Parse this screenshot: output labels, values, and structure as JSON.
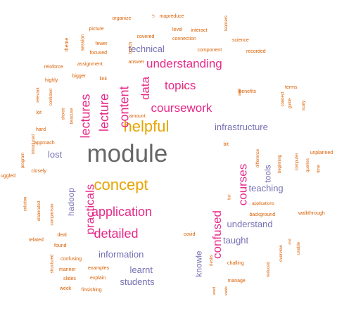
{
  "chart_data": {
    "type": "wordcloud",
    "palette": {
      "gray": "#666666",
      "gold": "#E6A500",
      "magenta": "#E7298A",
      "purple": "#7570B3",
      "orange": "#D95F02"
    },
    "words": [
      {
        "text": "module",
        "weight": 100,
        "color": "#666666",
        "vertical": false
      },
      {
        "text": "helpful",
        "weight": 68,
        "color": "#E6A500",
        "vertical": false
      },
      {
        "text": "concept",
        "weight": 68,
        "color": "#E6A500",
        "vertical": false
      },
      {
        "text": "application",
        "weight": 52,
        "color": "#E7298A",
        "vertical": false
      },
      {
        "text": "understanding",
        "weight": 50,
        "color": "#E7298A",
        "vertical": false
      },
      {
        "text": "topics",
        "weight": 48,
        "color": "#E7298A",
        "vertical": false
      },
      {
        "text": "coursework",
        "weight": 48,
        "color": "#E7298A",
        "vertical": false
      },
      {
        "text": "detailed",
        "weight": 50,
        "color": "#E7298A",
        "vertical": false
      },
      {
        "text": "lectures",
        "weight": 50,
        "color": "#E7298A",
        "vertical": true
      },
      {
        "text": "lecture",
        "weight": 48,
        "color": "#E7298A",
        "vertical": true
      },
      {
        "text": "content",
        "weight": 48,
        "color": "#E7298A",
        "vertical": true
      },
      {
        "text": "data",
        "weight": 46,
        "color": "#E7298A",
        "vertical": true
      },
      {
        "text": "practicals",
        "weight": 48,
        "color": "#E7298A",
        "vertical": true
      },
      {
        "text": "courses",
        "weight": 46,
        "color": "#E7298A",
        "vertical": true
      },
      {
        "text": "confused",
        "weight": 46,
        "color": "#E7298A",
        "vertical": true
      },
      {
        "text": "technical",
        "weight": 36,
        "color": "#7570B3",
        "vertical": false
      },
      {
        "text": "infrastructure",
        "weight": 36,
        "color": "#7570B3",
        "vertical": false
      },
      {
        "text": "lost",
        "weight": 36,
        "color": "#7570B3",
        "vertical": false
      },
      {
        "text": "teaching",
        "weight": 36,
        "color": "#7570B3",
        "vertical": false
      },
      {
        "text": "understand",
        "weight": 36,
        "color": "#7570B3",
        "vertical": false
      },
      {
        "text": "taught",
        "weight": 36,
        "color": "#7570B3",
        "vertical": false
      },
      {
        "text": "information",
        "weight": 36,
        "color": "#7570B3",
        "vertical": false
      },
      {
        "text": "learnt",
        "weight": 36,
        "color": "#7570B3",
        "vertical": false
      },
      {
        "text": "students",
        "weight": 36,
        "color": "#7570B3",
        "vertical": false
      },
      {
        "text": "hadoop",
        "weight": 34,
        "color": "#7570B3",
        "vertical": true
      },
      {
        "text": "tools",
        "weight": 34,
        "color": "#7570B3",
        "vertical": true
      },
      {
        "text": "knowle",
        "weight": 34,
        "color": "#7570B3",
        "vertical": true
      },
      {
        "text": "organize",
        "weight": 10,
        "color": "#D95F02",
        "vertical": false
      },
      {
        "text": "ur",
        "weight": 8,
        "color": "#D95F02",
        "vertical": true
      },
      {
        "text": "mapreduce",
        "weight": 10,
        "color": "#D95F02",
        "vertical": false
      },
      {
        "text": "learners",
        "weight": 9,
        "color": "#D95F02",
        "vertical": true
      },
      {
        "text": "picture",
        "weight": 10,
        "color": "#D95F02",
        "vertical": false
      },
      {
        "text": "level",
        "weight": 10,
        "color": "#D95F02",
        "vertical": false
      },
      {
        "text": "interact",
        "weight": 10,
        "color": "#D95F02",
        "vertical": false
      },
      {
        "text": "session",
        "weight": 10,
        "color": "#D95F02",
        "vertical": true
      },
      {
        "text": "theme",
        "weight": 10,
        "color": "#D95F02",
        "vertical": true
      },
      {
        "text": "covered",
        "weight": 10,
        "color": "#D95F02",
        "vertical": false
      },
      {
        "text": "connection",
        "weight": 10,
        "color": "#D95F02",
        "vertical": false
      },
      {
        "text": "science",
        "weight": 10,
        "color": "#D95F02",
        "vertical": false
      },
      {
        "text": "fewer",
        "weight": 10,
        "color": "#D95F02",
        "vertical": false
      },
      {
        "text": "bunch",
        "weight": 9,
        "color": "#D95F02",
        "vertical": true
      },
      {
        "text": "focused",
        "weight": 10,
        "color": "#D95F02",
        "vertical": false
      },
      {
        "text": "component",
        "weight": 10,
        "color": "#D95F02",
        "vertical": false
      },
      {
        "text": "recorded",
        "weight": 10,
        "color": "#D95F02",
        "vertical": false
      },
      {
        "text": "assignment",
        "weight": 10,
        "color": "#D95F02",
        "vertical": false
      },
      {
        "text": "answer",
        "weight": 10,
        "color": "#D95F02",
        "vertical": false
      },
      {
        "text": "reinforce",
        "weight": 10,
        "color": "#D95F02",
        "vertical": false
      },
      {
        "text": "bigger",
        "weight": 10,
        "color": "#D95F02",
        "vertical": false
      },
      {
        "text": "link",
        "weight": 10,
        "color": "#D95F02",
        "vertical": false
      },
      {
        "text": "highly",
        "weight": 10,
        "color": "#D95F02",
        "vertical": false
      },
      {
        "text": "fit",
        "weight": 8,
        "color": "#D95F02",
        "vertical": true
      },
      {
        "text": "relevant",
        "weight": 9,
        "color": "#D95F02",
        "vertical": true
      },
      {
        "text": "confident",
        "weight": 9,
        "color": "#D95F02",
        "vertical": true
      },
      {
        "text": "add",
        "weight": 9,
        "color": "#D95F02",
        "vertical": true
      },
      {
        "text": "benefits",
        "weight": 10,
        "color": "#D95F02",
        "vertical": false
      },
      {
        "text": "terms",
        "weight": 10,
        "color": "#D95F02",
        "vertical": false
      },
      {
        "text": "connect",
        "weight": 9,
        "color": "#D95F02",
        "vertical": true
      },
      {
        "text": "guide",
        "weight": 9,
        "color": "#D95F02",
        "vertical": true
      },
      {
        "text": "scary",
        "weight": 9,
        "color": "#D95F02",
        "vertical": true
      },
      {
        "text": "lot",
        "weight": 10,
        "color": "#D95F02",
        "vertical": false
      },
      {
        "text": "choice",
        "weight": 9,
        "color": "#D95F02",
        "vertical": true
      },
      {
        "text": "beacuse",
        "weight": 9,
        "color": "#D95F02",
        "vertical": true
      },
      {
        "text": "amount",
        "weight": 10,
        "color": "#D95F02",
        "vertical": false
      },
      {
        "text": "hard",
        "weight": 10,
        "color": "#D95F02",
        "vertical": false
      },
      {
        "text": "introduced",
        "weight": 9,
        "color": "#D95F02",
        "vertical": true
      },
      {
        "text": "approach",
        "weight": 10,
        "color": "#D95F02",
        "vertical": false
      },
      {
        "text": "bit",
        "weight": 10,
        "color": "#D95F02",
        "vertical": false
      },
      {
        "text": "difference",
        "weight": 9,
        "color": "#D95F02",
        "vertical": true
      },
      {
        "text": "beginning",
        "weight": 9,
        "color": "#D95F02",
        "vertical": true
      },
      {
        "text": "computer",
        "weight": 9,
        "color": "#D95F02",
        "vertical": true
      },
      {
        "text": "queries",
        "weight": 9,
        "color": "#D95F02",
        "vertical": true
      },
      {
        "text": "time",
        "weight": 9,
        "color": "#D95F02",
        "vertical": true
      },
      {
        "text": "unplanned",
        "weight": 10,
        "color": "#D95F02",
        "vertical": false
      },
      {
        "text": "program",
        "weight": 9,
        "color": "#D95F02",
        "vertical": true
      },
      {
        "text": "closely",
        "weight": 10,
        "color": "#D95F02",
        "vertical": false
      },
      {
        "text": "uggled",
        "weight": 10,
        "color": "#D95F02",
        "vertical": false
      },
      {
        "text": "solution",
        "weight": 9,
        "color": "#D95F02",
        "vertical": true
      },
      {
        "text": "elaborated",
        "weight": 9,
        "color": "#D95F02",
        "vertical": true
      },
      {
        "text": "comparison",
        "weight": 9,
        "color": "#D95F02",
        "vertical": true
      },
      {
        "text": "feel",
        "weight": 8,
        "color": "#D95F02",
        "vertical": true
      },
      {
        "text": "applications",
        "weight": 9,
        "color": "#D95F02",
        "vertical": false
      },
      {
        "text": "background",
        "weight": 10,
        "color": "#D95F02",
        "vertical": false
      },
      {
        "text": "walkthrough",
        "weight": 10,
        "color": "#D95F02",
        "vertical": false
      },
      {
        "text": "deal",
        "weight": 10,
        "color": "#D95F02",
        "vertical": false
      },
      {
        "text": "related",
        "weight": 10,
        "color": "#D95F02",
        "vertical": false
      },
      {
        "text": "found",
        "weight": 10,
        "color": "#D95F02",
        "vertical": false
      },
      {
        "text": "covid",
        "weight": 10,
        "color": "#D95F02",
        "vertical": false
      },
      {
        "text": "rest",
        "weight": 8,
        "color": "#D95F02",
        "vertical": true
      },
      {
        "text": "unable",
        "weight": 9,
        "color": "#D95F02",
        "vertical": true
      },
      {
        "text": "overview",
        "weight": 9,
        "color": "#D95F02",
        "vertical": true
      },
      {
        "text": "structured",
        "weight": 9,
        "color": "#D95F02",
        "vertical": true
      },
      {
        "text": "confusing",
        "weight": 10,
        "color": "#D95F02",
        "vertical": false
      },
      {
        "text": "desks",
        "weight": 9,
        "color": "#D95F02",
        "vertical": true
      },
      {
        "text": "challing",
        "weight": 10,
        "color": "#D95F02",
        "vertical": false
      },
      {
        "text": "manner",
        "weight": 10,
        "color": "#D95F02",
        "vertical": false
      },
      {
        "text": "examples",
        "weight": 10,
        "color": "#D95F02",
        "vertical": false
      },
      {
        "text": "reduced",
        "weight": 9,
        "color": "#D95F02",
        "vertical": true
      },
      {
        "text": "slides",
        "weight": 10,
        "color": "#D95F02",
        "vertical": false
      },
      {
        "text": "explain",
        "weight": 10,
        "color": "#D95F02",
        "vertical": false
      },
      {
        "text": "manage",
        "weight": 10,
        "color": "#D95F02",
        "vertical": false
      },
      {
        "text": "week",
        "weight": 10,
        "color": "#D95F02",
        "vertical": false
      },
      {
        "text": "finsishing",
        "weight": 10,
        "color": "#D95F02",
        "vertical": false
      },
      {
        "text": "aned",
        "weight": 8,
        "color": "#D95F02",
        "vertical": true
      },
      {
        "text": "viable",
        "weight": 8,
        "color": "#D95F02",
        "vertical": true
      }
    ]
  }
}
